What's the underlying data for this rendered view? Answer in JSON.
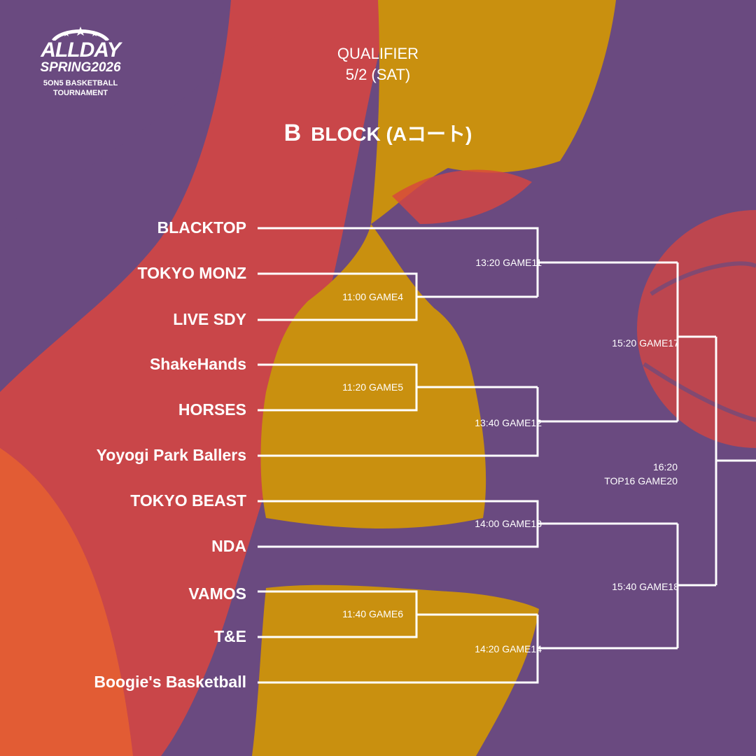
{
  "logo": {
    "word": "ALLDAY",
    "season": "SPRING2026",
    "subtitle_line1": "5ON5 BASKETBALL",
    "subtitle_line2": "TOURNAMENT"
  },
  "header": {
    "stage": "QUALIFIER",
    "date": "5/2 (SAT)"
  },
  "block": {
    "letter": "B",
    "label": "BLOCK (Aコート)"
  },
  "teams": [
    "BLACKTOP",
    "TOKYO MONZ",
    "LIVE SDY",
    "ShakeHands",
    "HORSES",
    "Yoyogi Park Ballers",
    "TOKYO BEAST",
    "NDA",
    "VAMOS",
    "T&E",
    "Boogie's Basketball"
  ],
  "games": {
    "g4": "11:00 GAME4",
    "g5": "11:20 GAME5",
    "g6": "11:40 GAME6",
    "g11": "13:20 GAME11",
    "g12": "13:40 GAME12",
    "g13": "14:00 GAME13",
    "g14": "14:20 GAME14",
    "g17": "15:20 GAME17",
    "g18": "15:40 GAME18",
    "g20_time": "16:20",
    "g20_label": "TOP16 GAME20"
  },
  "colors": {
    "purple": "#6a4a80",
    "red": "#e0463e",
    "orange": "#e8622f",
    "mustard": "#c9900f",
    "line": "#ffffff"
  }
}
